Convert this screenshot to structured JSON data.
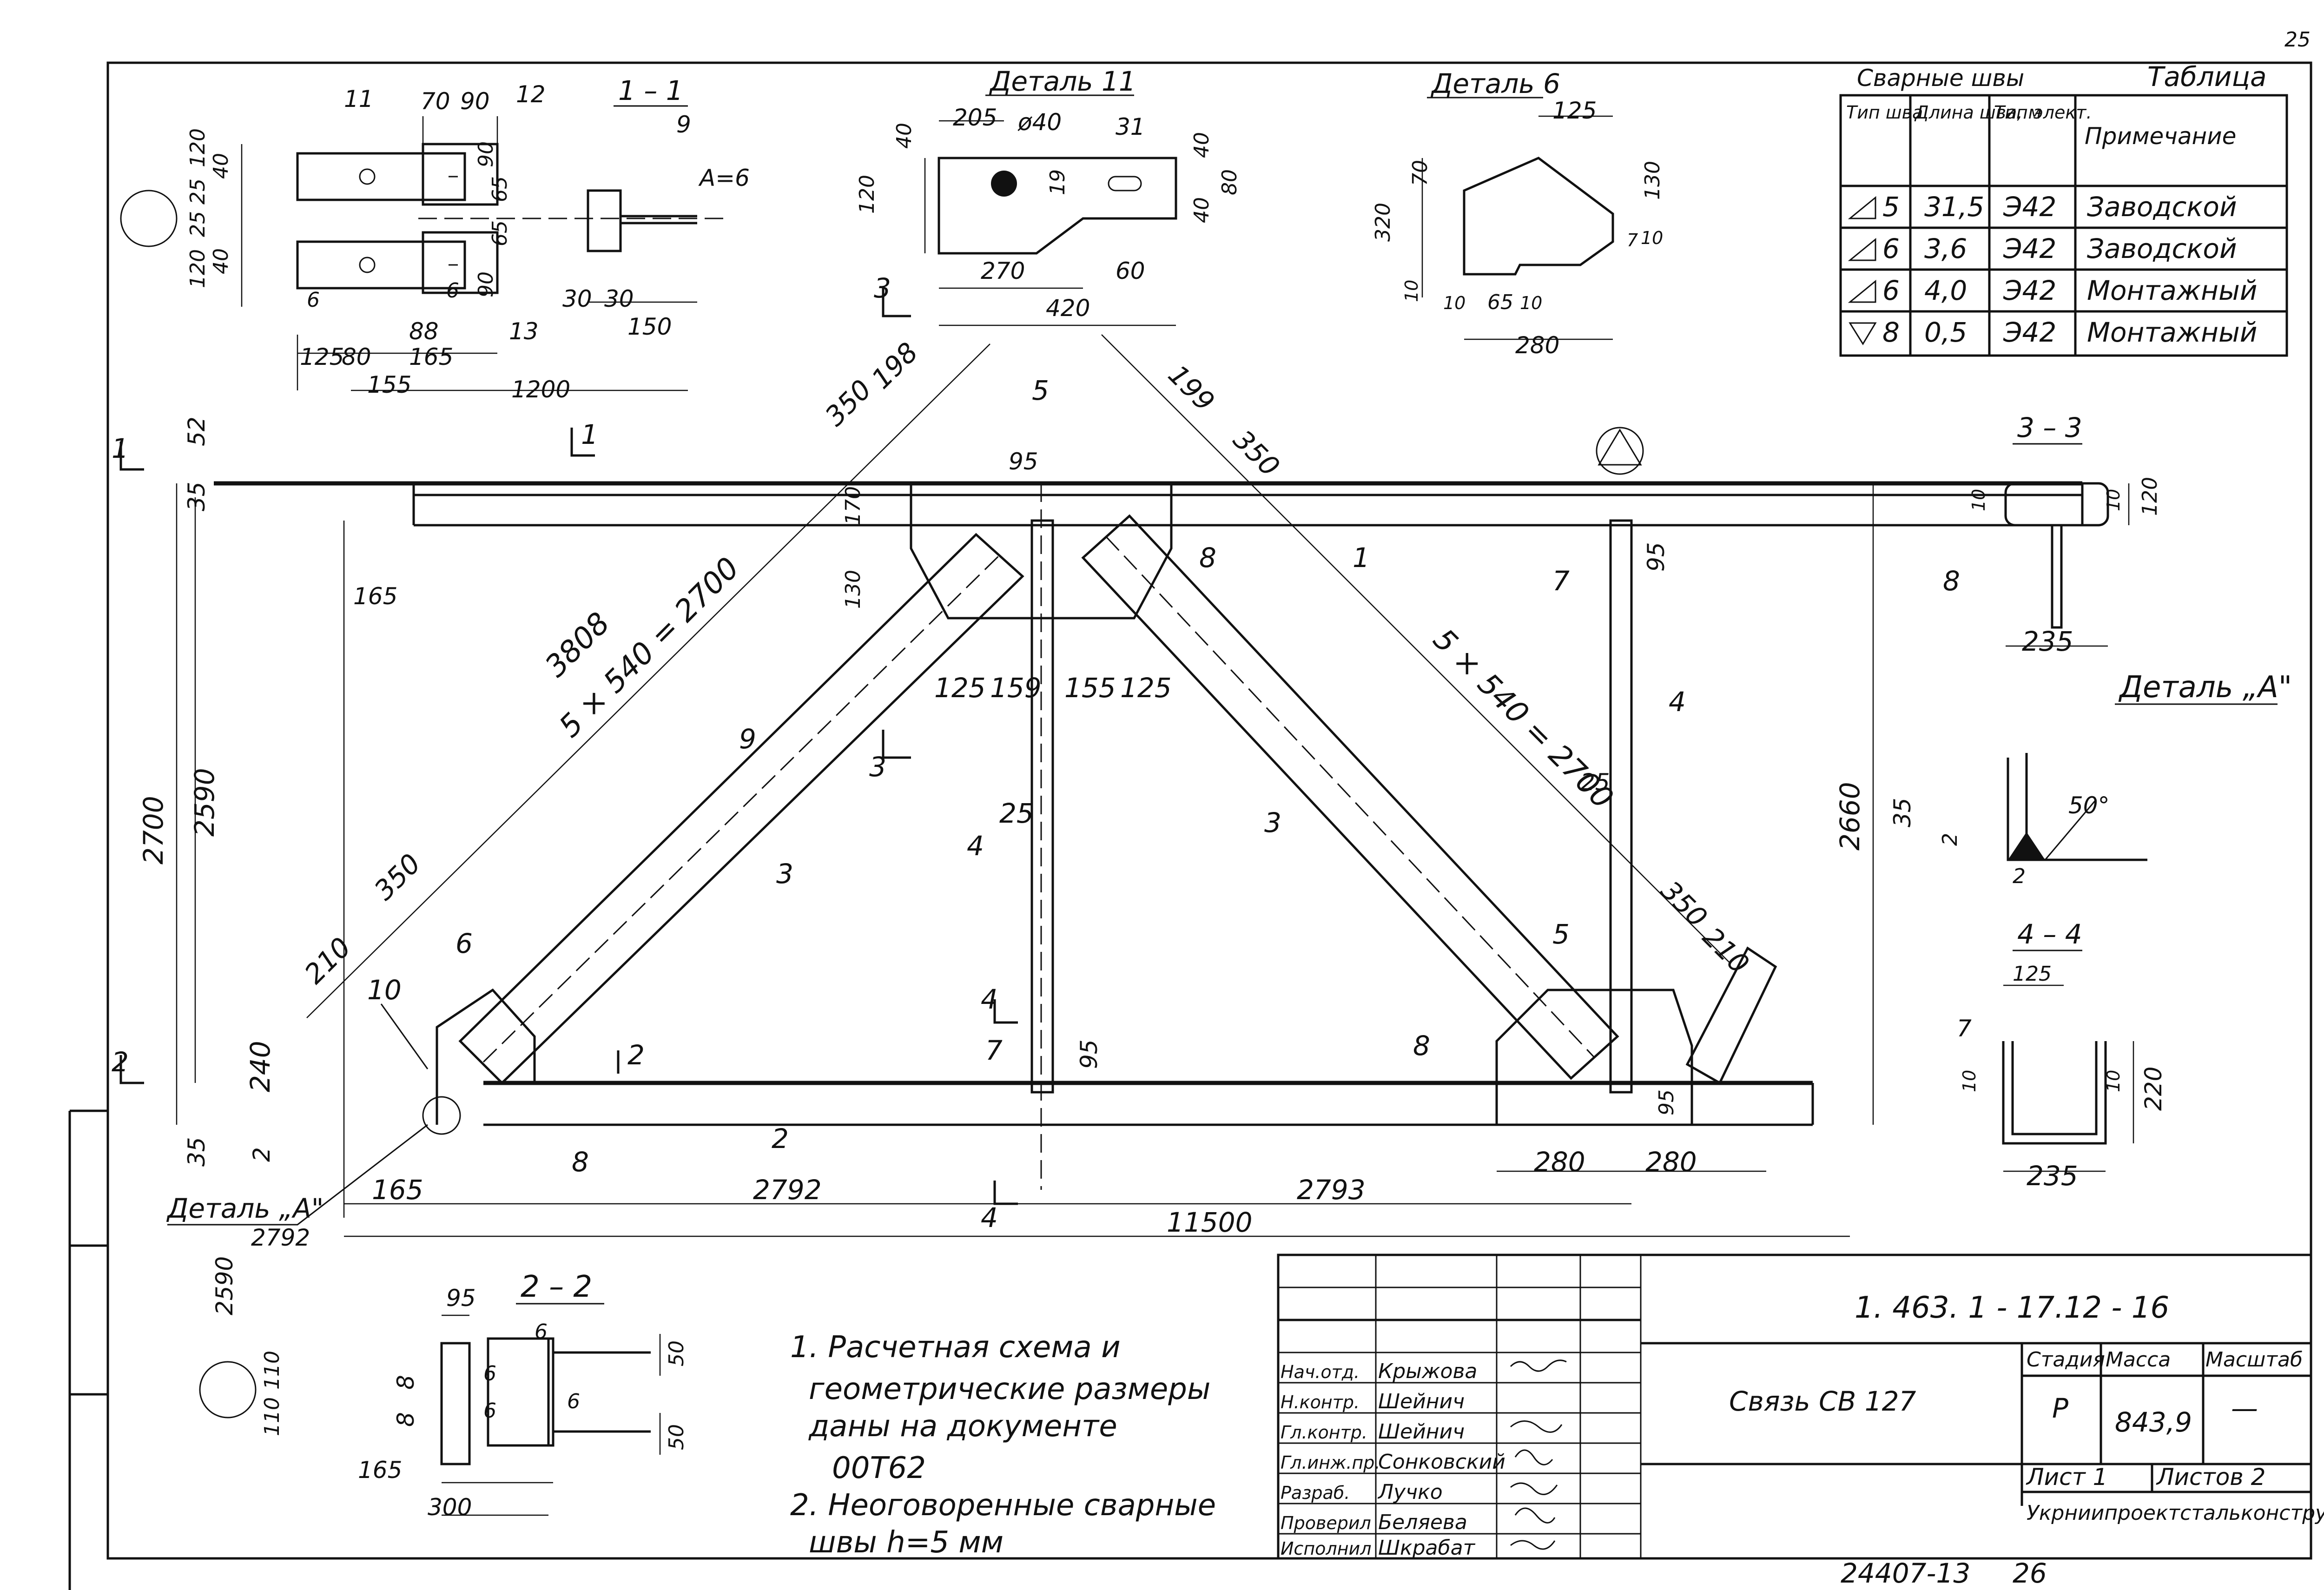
{
  "sheet_number": "25",
  "detail_11": {
    "title": "Деталь 11",
    "dims": [
      "205",
      "ø40",
      "31",
      "40",
      "120",
      "19",
      "40",
      "80",
      "40",
      "270",
      "60",
      "420"
    ]
  },
  "detail_6": {
    "title": "Деталь 6",
    "dims": [
      "125",
      "70",
      "320",
      "130",
      "10",
      "65",
      "10",
      "10",
      "7",
      "10",
      "280"
    ]
  },
  "section_1_1": {
    "title": "1 – 1",
    "dims": [
      "70",
      "90",
      "12",
      "11",
      "9",
      "А=6",
      "120",
      "40",
      "25",
      "25",
      "120",
      "40",
      "90",
      "65",
      "65",
      "90",
      "6",
      "6",
      "13",
      "30",
      "30",
      "150",
      "125",
      "80",
      "88",
      "165",
      "155",
      "1200"
    ]
  },
  "weld_table": {
    "title": "Сварные швы",
    "label": "Таблица",
    "headers": [
      "Тип шва",
      "Длина шва, м",
      "Тип элект.",
      "Примечание"
    ],
    "rows": [
      {
        "type": "5",
        "length": "31,5",
        "electrode": "Э42",
        "note": "Заводской"
      },
      {
        "type": "6",
        "length": "3,6",
        "electrode": "Э42",
        "note": "Заводской"
      },
      {
        "type": "6",
        "length": "4,0",
        "electrode": "Э42",
        "note": "Монтажный"
      },
      {
        "type": "8",
        "length": "0,5",
        "electrode": "Э42",
        "note": "Монтажный"
      }
    ]
  },
  "truss": {
    "section_marks": [
      "1",
      "1",
      "2",
      "2",
      "3",
      "3",
      "4",
      "4"
    ],
    "dims": {
      "top_left_52": "52",
      "left_35": "35",
      "left_165": "165",
      "diag_350_a": "350",
      "diag_198": "198",
      "diag_199": "199",
      "diag_350_b": "350",
      "top_95": "95",
      "v_170": "170",
      "v_130": "130",
      "b_125a": "125",
      "b_159": "159",
      "b_155": "155",
      "b_125b": "125",
      "diag_3808": "3808",
      "diag_left_span": "5 × 540 = 2700",
      "diag_right_span": "5 × 540 = 2700",
      "left_2700": "2700",
      "left_2590": "2590",
      "right_2660": "2660",
      "mid_25": "25",
      "right_25": "25",
      "right_95": "95",
      "diag_350_c": "350",
      "diag_210_a": "210",
      "diag_350_d": "350",
      "diag_210_b": "210",
      "left_240": "240",
      "bottom_95": "95",
      "bottom_95b": "95",
      "left_35b": "35",
      "left_2": "2",
      "b_165": "165",
      "b_2792": "2792",
      "b_2793": "2793",
      "b_280a": "280",
      "b_280b": "280",
      "total_11500": "11500",
      "detail_ref_2590": "2590",
      "detail_ref_2792": "2792"
    },
    "part_labels": [
      "1",
      "2",
      "3",
      "3",
      "4",
      "4",
      "5",
      "5",
      "6",
      "7",
      "7",
      "8",
      "8",
      "8",
      "9",
      "10"
    ],
    "detail_ref": "Деталь „А\""
  },
  "section_3_3": {
    "title": "3 – 3",
    "dims": [
      "10",
      "10",
      "120",
      "8",
      "235"
    ]
  },
  "detail_a": {
    "title": "Деталь „А\"",
    "dims": [
      "35",
      "2",
      "50°",
      "2"
    ]
  },
  "section_4_4": {
    "title": "4 – 4",
    "dims": [
      "125",
      "7",
      "10",
      "10",
      "220",
      "235"
    ]
  },
  "section_2_2": {
    "title": "2 – 2",
    "dims": [
      "95",
      "6",
      "6",
      "8",
      "8",
      "110",
      "110",
      "50",
      "50",
      "6",
      "6",
      "165",
      "300"
    ]
  },
  "notes": [
    "1. Расчетная схема и",
    "геометрические размеры",
    "даны на документе",
    "00Т62",
    "2. Неоговоренные сварные",
    "швы h=5 мм"
  ],
  "title_block": {
    "code": "1. 463. 1 - 17.12 - 16",
    "name": "Связь СВ 127",
    "stage_label": "Стадия",
    "mass_label": "Масса",
    "scale_label": "Масштаб",
    "stage": "Р",
    "mass": "843,9",
    "scale": "—",
    "sheet": "Лист 1",
    "sheets": "Листов 2",
    "org_line1": "Укрниипроектстальконструкция",
    "org_line2": "",
    "roles": [
      {
        "role": "Нач.отд.",
        "name": "Крыжова"
      },
      {
        "role": "Н.контр.",
        "name": "Шейнич"
      },
      {
        "role": "Гл.контр.",
        "name": "Шейнич"
      },
      {
        "role": "Гл.инж.пр.",
        "name": "Сонковский"
      },
      {
        "role": "Разраб.",
        "name": "Лучко"
      },
      {
        "role": "Проверил",
        "name": "Беляева"
      },
      {
        "role": "Исполнил",
        "name": "Шкрабат"
      }
    ]
  },
  "footer": {
    "inventory": "24407-13",
    "page": "26"
  }
}
